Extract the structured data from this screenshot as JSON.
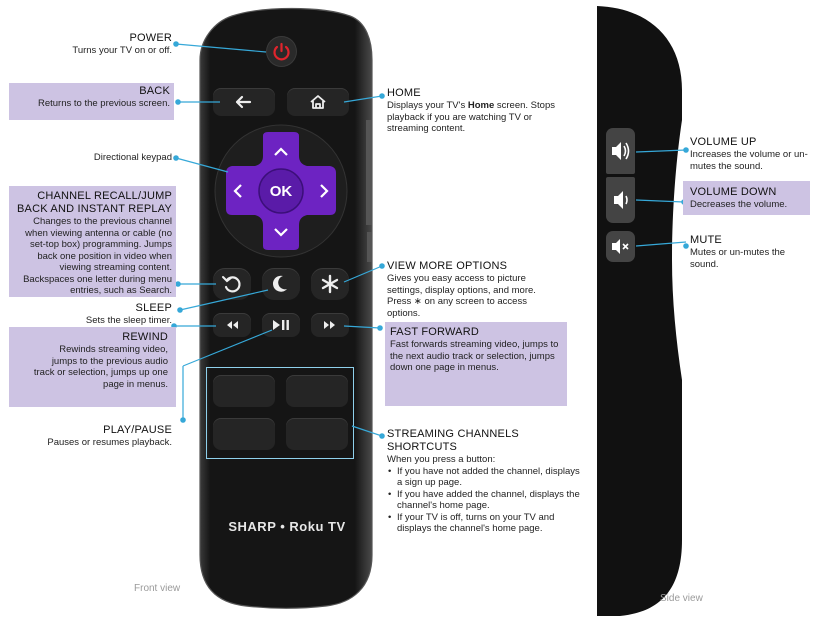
{
  "labels": {
    "power": {
      "title": "POWER",
      "desc": "Turns your TV on or off."
    },
    "back": {
      "title": "BACK",
      "desc": "Returns to the previous screen."
    },
    "home": {
      "title": "HOME",
      "desc_pre": "Displays your TV's ",
      "desc_bold": "Home",
      "desc_post": " screen. Stops playback if you are watching TV or streaming content."
    },
    "dpad": {
      "desc": "Directional keypad"
    },
    "channel_recall": {
      "title": "CHANNEL RECALL/JUMP BACK AND INSTANT REPLAY",
      "desc": "Changes to the previous channel when viewing antenna or cable (no set-top box) programming. Jumps back one position in video when viewing streaming content. Backspaces one letter during menu entries, such as Search."
    },
    "sleep": {
      "title": "SLEEP",
      "desc": "Sets the sleep timer."
    },
    "rewind": {
      "title": "REWIND",
      "desc": "Rewinds streaming video, jumps to the previous audio track or selection, jumps up one page in menus."
    },
    "play_pause": {
      "title": "PLAY/PAUSE",
      "desc": "Pauses or resumes playback."
    },
    "view_more": {
      "title": "VIEW MORE OPTIONS",
      "desc": "Gives you easy access to picture settings, display options, and more. Press ∗ on any screen to access options."
    },
    "fast_forward": {
      "title": "FAST FORWARD",
      "desc": "Fast forwards streaming video, jumps to the next audio track or selection, jumps down one page in menus."
    },
    "shortcuts": {
      "title": "STREAMING CHANNELS SHORTCUTS",
      "intro": "When you press a button:",
      "bullets": [
        "If you have not added the channel, displays a sign up page.",
        "If you have added the channel, displays the channel's home page.",
        "If your TV is off, turns on your TV and displays the channel's home page."
      ]
    },
    "volume_up": {
      "title": "VOLUME UP",
      "desc": "Increases the volume or un-mutes the sound."
    },
    "volume_down": {
      "title": "VOLUME DOWN",
      "desc": "Decreases the volume."
    },
    "mute": {
      "title": "MUTE",
      "desc": "Mutes or un-mutes the sound."
    }
  },
  "remote": {
    "brand": "SHARP • Roku TV",
    "ok_label": "OK"
  },
  "captions": {
    "front": "Front view",
    "side": "Side view"
  },
  "colors": {
    "highlight": "#cdc3e3",
    "dpad": "#6d23c2",
    "power": "#e0242c",
    "callout": "#36a8d8",
    "remote_body": "#121212"
  },
  "icons": [
    "power-icon",
    "back-arrow-icon",
    "home-icon",
    "chevron-up-icon",
    "chevron-down-icon",
    "chevron-left-icon",
    "chevron-right-icon",
    "replay-icon",
    "moon-icon",
    "asterisk-icon",
    "rewind-icon",
    "play-pause-icon",
    "fast-forward-icon",
    "volume-up-icon",
    "volume-down-icon",
    "mute-icon"
  ]
}
